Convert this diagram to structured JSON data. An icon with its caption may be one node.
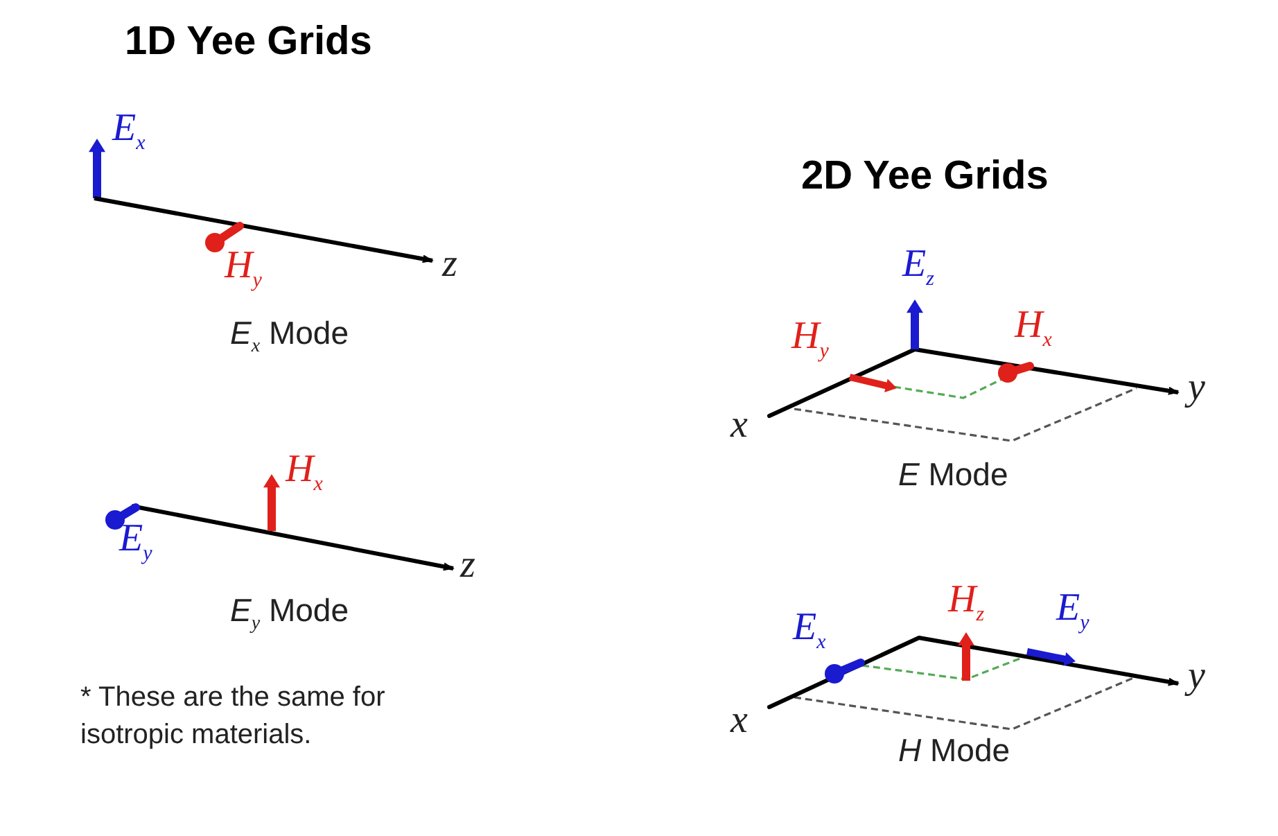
{
  "diagram": {
    "labels": [
      "1D Yee Grids",
      "E$_{x}$",
      "H$_{y}$",
      "z",
      "*E*$_{x}$ Mode",
      "2D Yee Grids",
      "E$_{z}$",
      "H$_{y}$",
      "H$_{x}$",
      "y",
      "x",
      "*E* Mode",
      "H$_{x}$",
      "E$_{y}$",
      "z",
      "*E*$_{y}$ Mode",
      "* These are the same for isotropic materials.",
      "H$_{z}$",
      "E$_{x}$",
      "E$_{y}$",
      "y",
      "x",
      "*H* Mode"
    ]
  }
}
